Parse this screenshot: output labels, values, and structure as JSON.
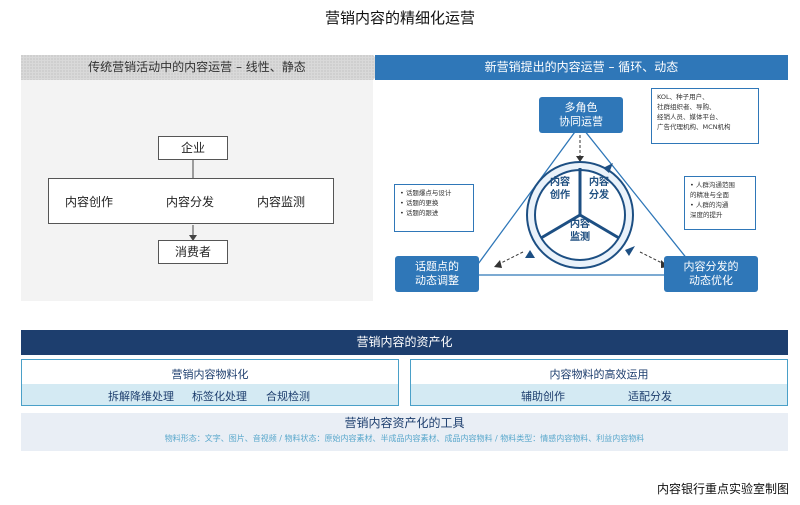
{
  "title": "营销内容的精细化运营",
  "left": {
    "header": "传统营销活动中的内容运营 – 线性、静态",
    "enterprise": "企业",
    "create": "内容创作",
    "distribute": "内容分发",
    "monitor": "内容监测",
    "consumer": "消费者"
  },
  "right": {
    "header": "新营销提出的内容运营 – 循环、动态",
    "multi_role": "多角色\n协同运营",
    "roles_note": [
      "KOL、种子用户、",
      "社群组织者、导购、",
      "经销人员、媒体平台、",
      "广告代理机构、MCN机构"
    ],
    "topic_dynamic": "话题点的\n动态调整",
    "distribution_opt": "内容分发的\n动态优化",
    "topic_note": [
      "• 话题爆点与设计",
      "• 话题的更换",
      "• 话题的跟进"
    ],
    "audience_note": [
      "• 人群沟通范围",
      "  的精准与全面",
      "• 人群的沟通",
      "  深度的提升"
    ],
    "core_create": "内容\n创作",
    "core_distribute": "内容\n分发",
    "core_monitor": "内容\n监测"
  },
  "assetization": {
    "header": "营销内容的资产化",
    "left_title": "营销内容物料化",
    "left_items": [
      "拆解降维处理",
      "标签化处理",
      "合规检测"
    ],
    "right_title": "内容物料的高效运用",
    "right_items": [
      "辅助创作",
      "适配分发"
    ],
    "tools_title": "营销内容资产化的工具",
    "tools_sub": "物料形态：文字、图片、音视频   /   物料状态：原始内容素材、半成品内容素材、成品内容物料   /   物料类型：情感内容物料、利益内容物料"
  },
  "caption": "内容银行重点实验室制图",
  "colors": {
    "primary_blue": "#2f77b8",
    "dark_navy": "#1d3e6e",
    "light_band": "#d4eaf3",
    "gray_panel": "#f3f3f3"
  }
}
